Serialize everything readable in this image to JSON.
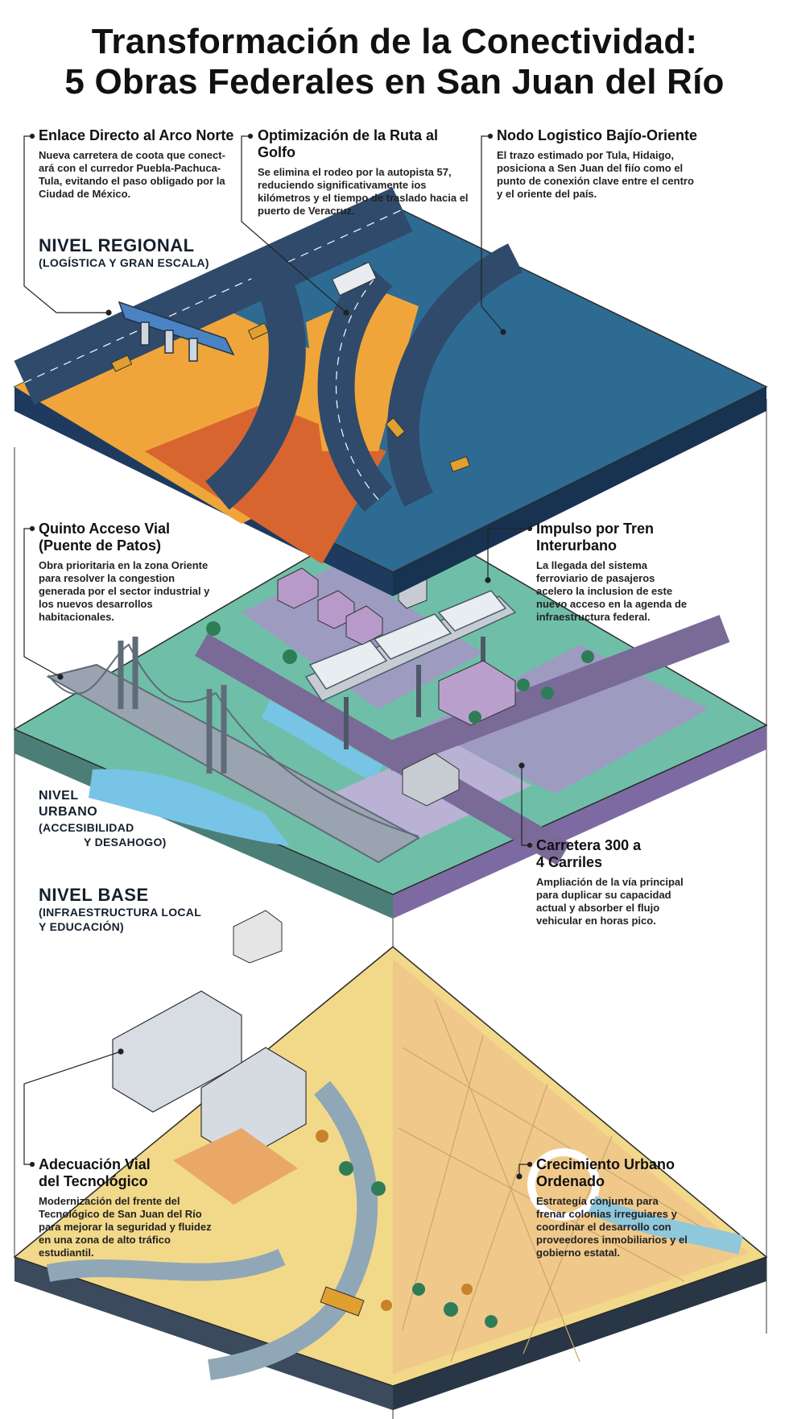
{
  "title": {
    "line1": "Transformación de la Conectividad:",
    "line2": "5 Obras Federales en San Juan del Río"
  },
  "levels": {
    "regional": {
      "name": "NIVEL REGIONAL",
      "sub": "(LOGÍSTICA Y GRAN ESCALA)"
    },
    "urbano": {
      "name1": "NIVEL",
      "name2": "URBANO",
      "sub1": "(ACCESIBILIDAD",
      "sub2": "Y DESAHOGO)"
    },
    "base": {
      "name": "NIVEL BASE",
      "sub1": "(INFRAESTRUCTURA LOCAL",
      "sub2": "Y EDUCACIÓN)"
    }
  },
  "annotations": {
    "arco_norte": {
      "title": "Enlace Directo al Arco Norte",
      "text": "Nueva carretera de coota que conect-ará con el curredor Puebla-Pachuca-Tula, evitando el paso obligado por la Ciudad de México."
    },
    "ruta_golfo": {
      "title": "Optimización de la Ruta al Golfo",
      "text": "Se elimina el rodeo por la autopista 57, reduciendo significativamente ios kilómetros y el tiempo de traslado hacia el puerto de Veracruz."
    },
    "nodo_logistico": {
      "title": "Nodo Logistico Bajío-Oriente",
      "text": "El trazo estimado por Tula, Hidaigo, posiciona a Sen Juan del fiío como el punto de conexión clave entre el centro y el oriente del país."
    },
    "quinto_acceso": {
      "title1": "Quinto Acceso Vial",
      "title2": "(Puente de Patos)",
      "text": "Obra prioritaria en la zona Oriente para resolver la congestion generada por el sector industrial y los nuevos desarrollos habitacionales."
    },
    "tren": {
      "title1": "Impulso por Tren",
      "title2": "Interurbano",
      "text": "La llegada del sistema ferroviario de pasajeros acelero la inclusion de este nuevo acceso en la agenda de infraestructura federal."
    },
    "carretera300": {
      "title1": "Carretera 300 a",
      "title2": "4 Carriles",
      "text": "Ampliación de la vía principal para duplicar su capacidad actual y absorber el flujo vehicular en horas pico."
    },
    "tecnologico": {
      "title1": "Adecuación Vial",
      "title2": "del Tecnológico",
      "text": "Modernización del frente del Tecnológico de San Juan del Río para mejorar la seguridad y fluidez en una zona de alto tráfico estudiantil."
    },
    "crecimiento": {
      "title1": "Crecimiento Urbano",
      "title2": "Ordenado",
      "text": "Estrategía conjunta para frenar colonias irreguiares y coordinar el desarrollo con proveedores inmobiliarios y el gobierno estatal."
    }
  },
  "colors": {
    "road": "#2f4a6b",
    "water": "#2e6b93",
    "land_orange": "#f0a53a",
    "land_red": "#d8652f",
    "urban_green": "#6fbfa8",
    "urban_purple": "#a694c4",
    "base_yellow": "#f2d98a",
    "bridge": "#8e9aa8"
  }
}
